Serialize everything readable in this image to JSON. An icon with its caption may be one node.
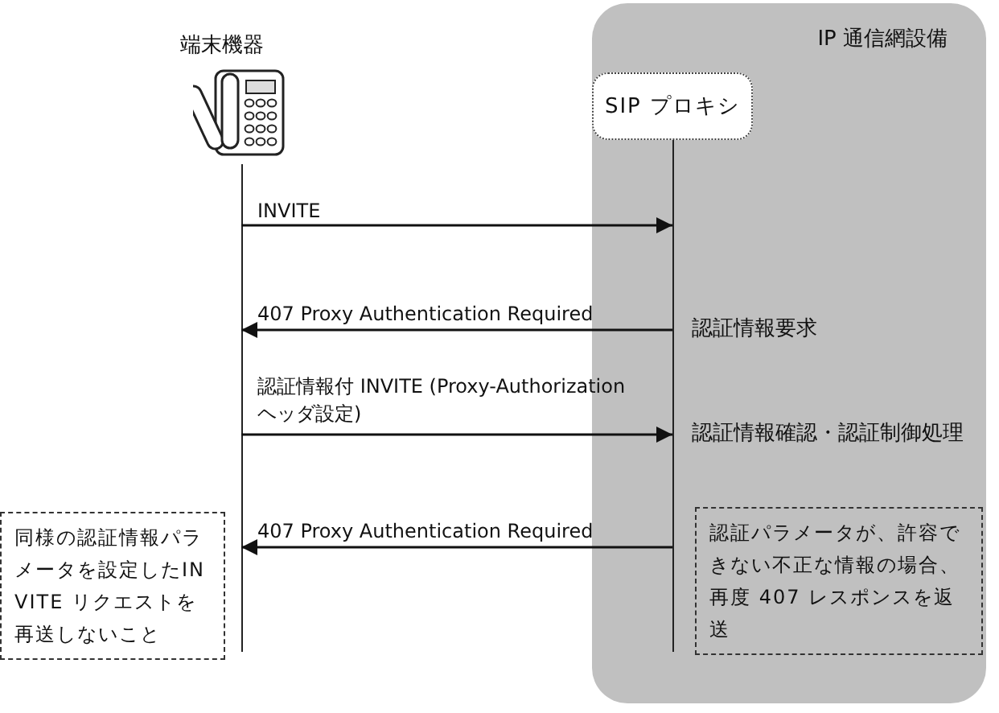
{
  "diagram": {
    "nodes": [
      {
        "text": [
          "IP 通信網設備"
        ]
      },
      {
        "text": [
          "端末機器"
        ]
      },
      {
        "text": [
          "SIP プロキシ"
        ],
        "in": 0
      },
      {
        "text": [
          "同様の認証情報パラメータを設定したINVITE リクエストを再送しないこと"
        ]
      },
      {
        "text": [
          "認証パラメータが、許容できない不正な情報の場合、再度 407 レスポンスを返送"
        ],
        "in": 0
      }
    ],
    "edges": [
      {
        "from": 1,
        "to": 2,
        "arrow": "to",
        "label": "INVITE"
      },
      {
        "from": 2,
        "to": 1,
        "arrow": "to",
        "label": "407 Proxy Authentication Required"
      },
      {
        "from": 1,
        "to": 2,
        "arrow": "to",
        "label": "認証情報付 INVITE (Proxy-Authorization ヘッダ設定)"
      },
      {
        "from": 2,
        "to": 1,
        "arrow": "to",
        "label": "407 Proxy Authentication Required"
      }
    ],
    "labels": [
      "認証情報要求",
      "認証情報確認・認証制御処理"
    ]
  }
}
